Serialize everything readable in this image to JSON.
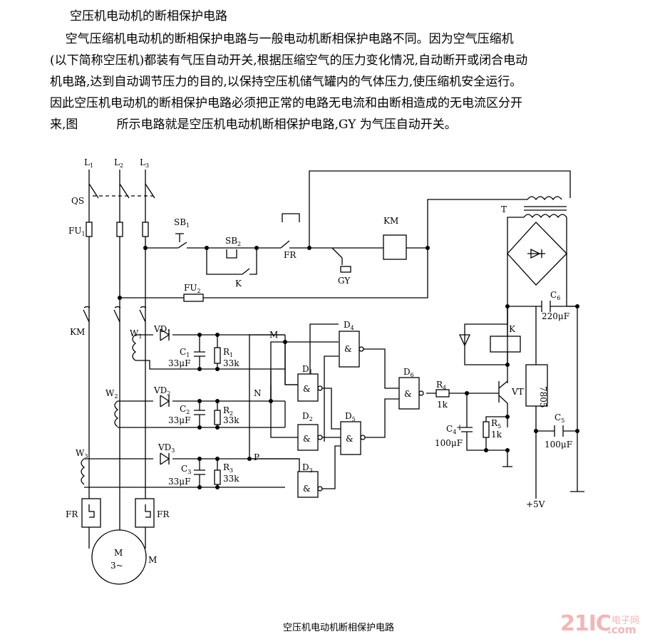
{
  "article": {
    "title": "空压机电动机的断相保护电路",
    "lines": [
      "    空气压缩机电动机的断相保护电路与一般电动机断相保护电路不同。因为空气压缩机",
      "(以下简称空压机)都装有气压自动开关,根据压缩空气的压力变化情况,自动断开或闭合电动",
      "机电路,达到自动调节压力的目的,以保持空压机储气罐内的气体压力,使压缩机安全运行。",
      "因此空压机电动机的断相保护电路必须把正常的电路无电流和由断相造成的无电流区分开",
      "来,图          所示电路就是空压机电动机断相保护电路,GY 为气压自动开关。"
    ]
  },
  "diagram": {
    "caption": "空压机电动机断相保护电路",
    "labels": {
      "L1": "L",
      "L1_sub": "1",
      "L2": "L",
      "L2_sub": "2",
      "L3": "L",
      "L3_sub": "3",
      "QS": "QS",
      "FU1": "FU",
      "FU1_sub": "1",
      "KM_main": "KM",
      "SB1": "SB",
      "SB1_sub": "1",
      "SB2": "SB",
      "SB2_sub": "2",
      "K_contact": "K",
      "FR_contact": "FR",
      "GY": "GY",
      "KM_coil": "KM",
      "FU2": "FU",
      "FU2_sub": "2",
      "T": "T",
      "W1": "W",
      "W1_sub": "1",
      "W2": "W",
      "W2_sub": "2",
      "W3": "W",
      "W3_sub": "3",
      "VD1": "VD",
      "VD1_sub": "1",
      "VD2": "VD",
      "VD2_sub": "2",
      "VD3": "VD",
      "VD3_sub": "3",
      "C1": "C",
      "C1_sub": "1",
      "C1_val": "33μF",
      "C2": "C",
      "C2_sub": "2",
      "C2_val": "33μF",
      "C3": "C",
      "C3_sub": "3",
      "C3_val": "33μF",
      "R1": "R",
      "R1_sub": "1",
      "R1_val": "33k",
      "R2": "R",
      "R2_sub": "2",
      "R2_val": "33k",
      "R3": "R",
      "R3_sub": "3",
      "R3_val": "33k",
      "M_node": "M",
      "N_node": "N",
      "P_node": "P",
      "D1": "D",
      "D1_sub": "1",
      "D2": "D",
      "D2_sub": "2",
      "D3": "D",
      "D3_sub": "3",
      "D4": "D",
      "D4_sub": "4",
      "D5": "D",
      "D5_sub": "5",
      "D6": "D",
      "D6_sub": "6",
      "amp": "&",
      "R4": "R",
      "R4_sub": "4",
      "R4_val": "1k",
      "R5": "R",
      "R5_sub": "5",
      "R5_val": "1k",
      "C4": "C",
      "C4_sub": "4",
      "C4_val": "100μF",
      "C5": "C",
      "C5_sub": "5",
      "C5_val": "100μF",
      "C6": "C",
      "C6_sub": "6",
      "C6_val": "220μF",
      "VT": "VT",
      "K_relay": "K",
      "reg": "7805",
      "vout": "+5V",
      "FR_left": "FR",
      "FR_right": "FR",
      "motor": "M",
      "motor_phase": "3~",
      "motor_label": "M",
      "plus": "+"
    }
  },
  "brand": {
    "num": "21IC",
    "cn": "电子网",
    "com": ".com"
  }
}
